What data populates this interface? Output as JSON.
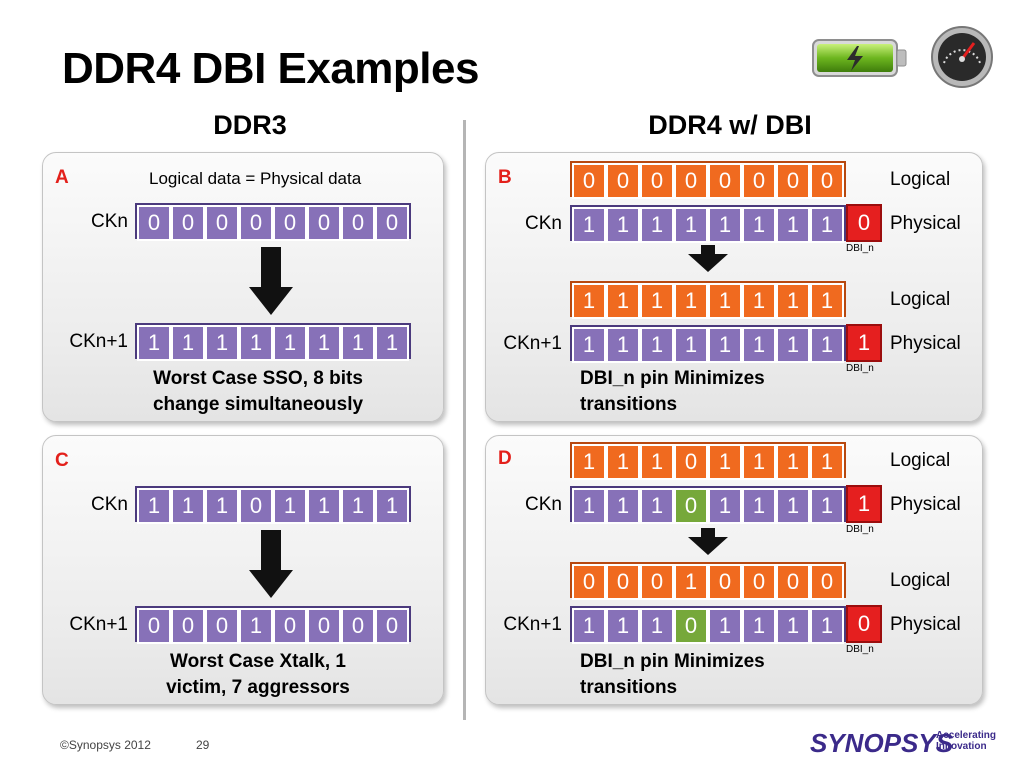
{
  "title": "DDR4 DBI Examples",
  "columns": {
    "left": "DDR3",
    "right": "DDR4 w/ DBI"
  },
  "panels": {
    "A": {
      "letter": "A",
      "note": "Logical data = Physical data",
      "rows": [
        {
          "label": "CKn",
          "bits": [
            "0",
            "0",
            "0",
            "0",
            "0",
            "0",
            "0",
            "0"
          ]
        },
        {
          "label": "CKn+1",
          "bits": [
            "1",
            "1",
            "1",
            "1",
            "1",
            "1",
            "1",
            "1"
          ]
        }
      ],
      "caption": [
        "Worst Case SSO, 8 bits",
        "change simultaneously"
      ]
    },
    "C": {
      "letter": "C",
      "rows": [
        {
          "label": "CKn",
          "bits": [
            "1",
            "1",
            "1",
            "0",
            "1",
            "1",
            "1",
            "1"
          ]
        },
        {
          "label": "CKn+1",
          "bits": [
            "0",
            "0",
            "0",
            "1",
            "0",
            "0",
            "0",
            "0"
          ]
        }
      ],
      "caption": [
        "Worst Case Xtalk, 1",
        "victim, 7 aggressors"
      ]
    },
    "B": {
      "letter": "B",
      "logical1": [
        "0",
        "0",
        "0",
        "0",
        "0",
        "0",
        "0",
        "0"
      ],
      "physical1": {
        "label": "CKn",
        "bits": [
          "1",
          "1",
          "1",
          "1",
          "1",
          "1",
          "1",
          "1"
        ],
        "dbi": "0"
      },
      "logical2": [
        "1",
        "1",
        "1",
        "1",
        "1",
        "1",
        "1",
        "1"
      ],
      "physical2": {
        "label": "CKn+1",
        "bits": [
          "1",
          "1",
          "1",
          "1",
          "1",
          "1",
          "1",
          "1"
        ],
        "dbi": "1"
      },
      "caption": [
        "DBI_n pin Minimizes",
        "transitions"
      ]
    },
    "D": {
      "letter": "D",
      "logical1": [
        "1",
        "1",
        "1",
        "0",
        "1",
        "1",
        "1",
        "1"
      ],
      "physical1": {
        "label": "CKn",
        "bits": [
          "1",
          "1",
          "1",
          "0",
          "1",
          "1",
          "1",
          "1"
        ],
        "dbi": "1"
      },
      "logical2": [
        "0",
        "0",
        "0",
        "1",
        "0",
        "0",
        "0",
        "0"
      ],
      "physical2": {
        "label": "CKn+1",
        "bits": [
          "1",
          "1",
          "1",
          "0",
          "1",
          "1",
          "1",
          "1"
        ],
        "dbi": "0"
      },
      "caption": [
        "DBI_n pin Minimizes",
        "transitions"
      ]
    }
  },
  "labels": {
    "logical": "Logical",
    "physical": "Physical",
    "dbi_n": "DBI_n"
  },
  "footer": {
    "copyright": "©Synopsys 2012",
    "page": "29",
    "logo": "SYNOPSYS",
    "tagline1": "Accelerating",
    "tagline2": "Innovation"
  },
  "colors": {
    "purple": "#8771b8",
    "orange": "#f06a1f",
    "green": "#76a83a",
    "red": "#e51f1f"
  },
  "icons": [
    "battery-icon",
    "speedometer-icon"
  ]
}
